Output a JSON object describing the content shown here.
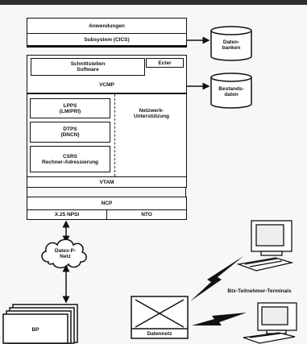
{
  "diagram": {
    "applications": "Anwendungen",
    "subsystem": "Subsystem (CICS)",
    "databases": "Daten-\nbanken",
    "interface_software": "Schnittstellen\nSoftware",
    "editor": "Ecter",
    "vcmp": "VCMP",
    "inventory_data": "Bestands-\ndaten",
    "lpps": "LPPS\n(LM/PRI)",
    "dtps": "DTPS\n(DNCN)",
    "csrs": "CSRS\nRechner-Adressierung",
    "network_support": "Netzwerk-\nUnterstützung",
    "vtam": "VTAM",
    "ncp": "NCP",
    "x25": "X.25 NPSI",
    "nto": "NTO",
    "datex_network": "Datex-P-\nNetz",
    "host_stack": "BP",
    "switch_box": "Datennetz",
    "terminals": "Btx-Teilnehmer-Terminals"
  }
}
